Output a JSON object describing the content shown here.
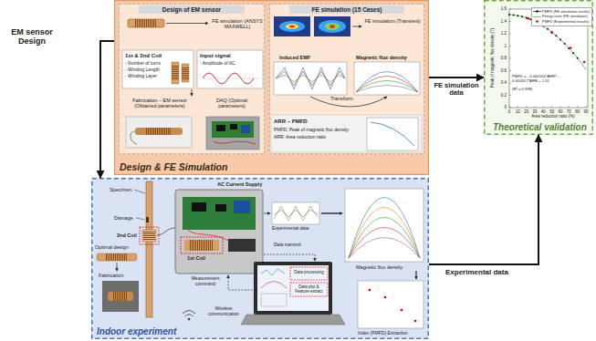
{
  "diagram": {
    "nodes": [
      {
        "text": [
          "Design & FE Simulation"
        ]
      },
      {
        "text": [
          "Design of EM sensor"
        ],
        "in": 0
      },
      {
        "text": [
          "FE simulation (15 Cases)"
        ],
        "in": 0
      },
      {
        "text": [
          "Theoretical validation"
        ]
      },
      {
        "text": [
          "Indoor experiment"
        ]
      }
    ],
    "edges": [
      {
        "from": 0,
        "to": 3,
        "label": "FE simulation data",
        "arrow": "to"
      },
      {
        "from": 0,
        "to": 4,
        "label": "EM sensor Design",
        "arrow": "to"
      },
      {
        "from": 4,
        "to": 3,
        "label": "Experimental data",
        "arrow": "to"
      }
    ],
    "labels": [
      "FE simulation (ANSYS MAXWELL)",
      "1st & 2nd Coil",
      "- Number of turns",
      "- Winding Length",
      "- Winding Layer",
      "Input signal",
      "- Amplitude of AC",
      "Fabrication – EM sensor (Obtained parameters)",
      "DAQ (Optimal parameters)",
      "FE simulation (Transient)",
      "Induced EMF",
      "Magnetic flux density",
      "Transform",
      "ARR – PMFD",
      "PMFD: Peak of magnetic flux density",
      "ARR: Area reduction ratio",
      "Peak of magnetic flux density (T)",
      "Area reduction ratio (%)",
      "PMFD = - 0.000104*ARR² - 0.000517*ARR + 1.51",
      "(R² = 0.999)",
      "0",
      "0.2",
      "0.4",
      "0.6",
      "0.8",
      "1",
      "1.2",
      "1.4",
      "1.6",
      "0",
      "10",
      "20",
      "30",
      "40",
      "50",
      "60",
      "70",
      "80",
      "90",
      "Specimen",
      "Damage",
      "2nd Coil",
      "Optimal design",
      "Fabrication",
      "AC Current Supply",
      "1st Coil",
      "Experimental data",
      "Data transmit",
      "Measurement command",
      "Wireless communication",
      "Data processing",
      "Data plot & Feature extract",
      "Magnetic flux density",
      "Index (PMFD) Extraction"
    ],
    "legend": [
      {
        "text": "PMFD (FE simulation results)"
      },
      {
        "text": "Fitting curve (FE simulation)"
      },
      {
        "text": "PMFD (Experimental results)"
      }
    ]
  }
}
